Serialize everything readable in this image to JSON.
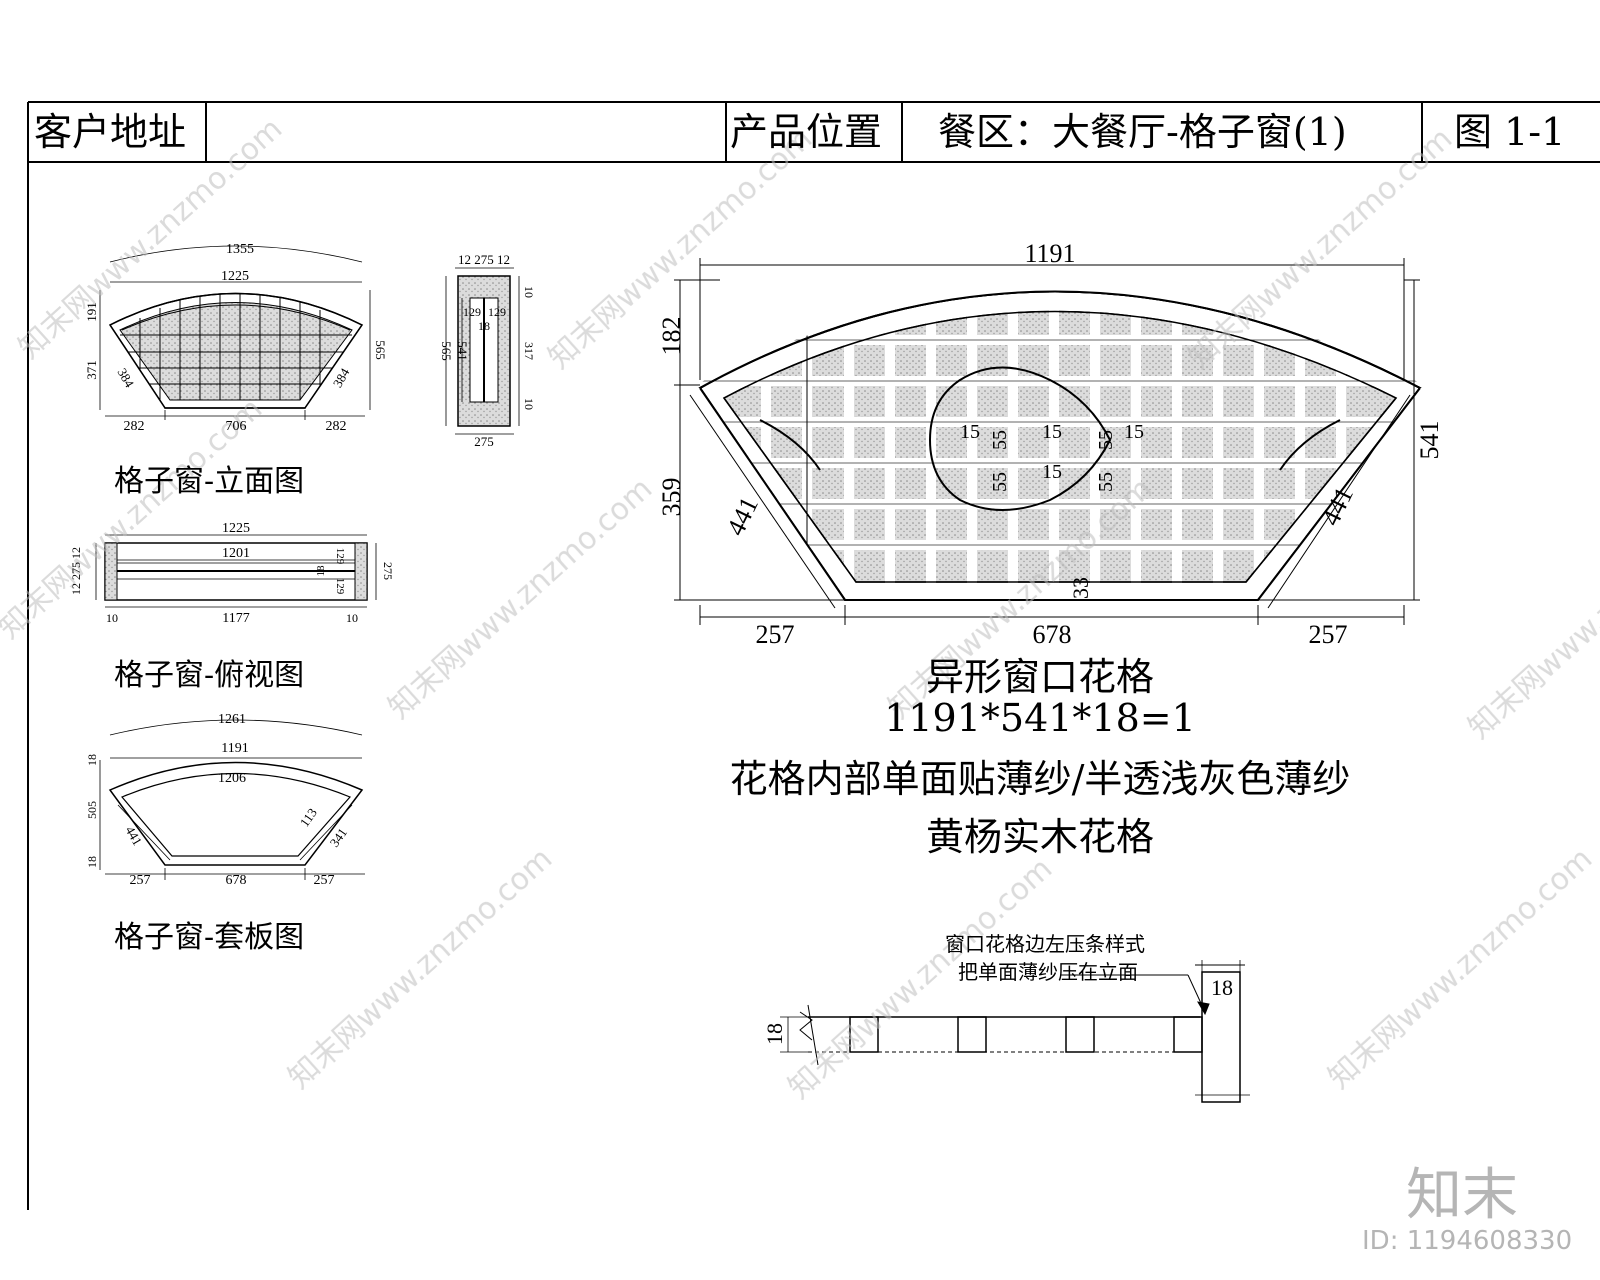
{
  "header": {
    "customer_address_label": "客户地址",
    "customer_address_value": "",
    "product_position_label": "产品位置",
    "product_position_value": "餐区：大餐厅-格子窗(1)",
    "figure_no": "图 1-1"
  },
  "views": {
    "elevation": {
      "caption": "格子窗-立面图",
      "dims": {
        "arc": "1355",
        "top": "1225",
        "h_top": "191",
        "h_side": "371",
        "h_right": "565",
        "slant_l": "384",
        "slant_r": "384",
        "b_left": "282",
        "b_mid": "706",
        "b_right": "282"
      }
    },
    "section": {
      "dims": {
        "top": "12 275 12",
        "h": "565",
        "h_inner": "541",
        "i1": "129",
        "i2": "129",
        "i3": "18",
        "r1": "10",
        "r2": "317",
        "r3": "10",
        "bottom": "275"
      }
    },
    "plan": {
      "caption": "格子窗-俯视图",
      "dims": {
        "top": "1225",
        "inner": "1201",
        "bottom": "1177",
        "b_l": "10",
        "b_r": "10",
        "left": "12 275 12",
        "right": "275",
        "c1": "129",
        "c2": "18",
        "c3": "129"
      }
    },
    "casing": {
      "caption": "格子窗-套板图",
      "dims": {
        "arc": "1261",
        "top": "1191",
        "arc_in": "1206",
        "l_top": "18",
        "l_mid": "505",
        "l_bot": "18",
        "slant_l": "441",
        "slant_in": "113",
        "slant_r": "341",
        "b_left": "257",
        "b_mid": "678",
        "b_right": "257"
      }
    }
  },
  "main": {
    "dims": {
      "top": "1191",
      "left_top": "182",
      "left_bot": "359",
      "slant_l": "441",
      "slant_r": "441",
      "right": "541",
      "b_left": "257",
      "b_mid": "678",
      "b_right": "257",
      "bottom_gap": "33",
      "w1": "15",
      "w2": "15",
      "w3": "15",
      "w4": "15",
      "v1": "55",
      "v2": "55",
      "v3": "55",
      "v4": "55"
    },
    "title": "异形窗口花格",
    "size": "1191*541*18=1",
    "note1": "花格内部单面贴薄纱/半透浅灰色薄纱",
    "note2": "黄杨实木花格"
  },
  "detail": {
    "note1": "窗口花格边左压条样式",
    "note2": "把单面薄纱压在立面",
    "dim_left": "18",
    "dim_right": "18"
  },
  "watermark": {
    "logo": "知末",
    "id": "ID: 1194608330",
    "text": "知末网www.znzmo.com"
  }
}
